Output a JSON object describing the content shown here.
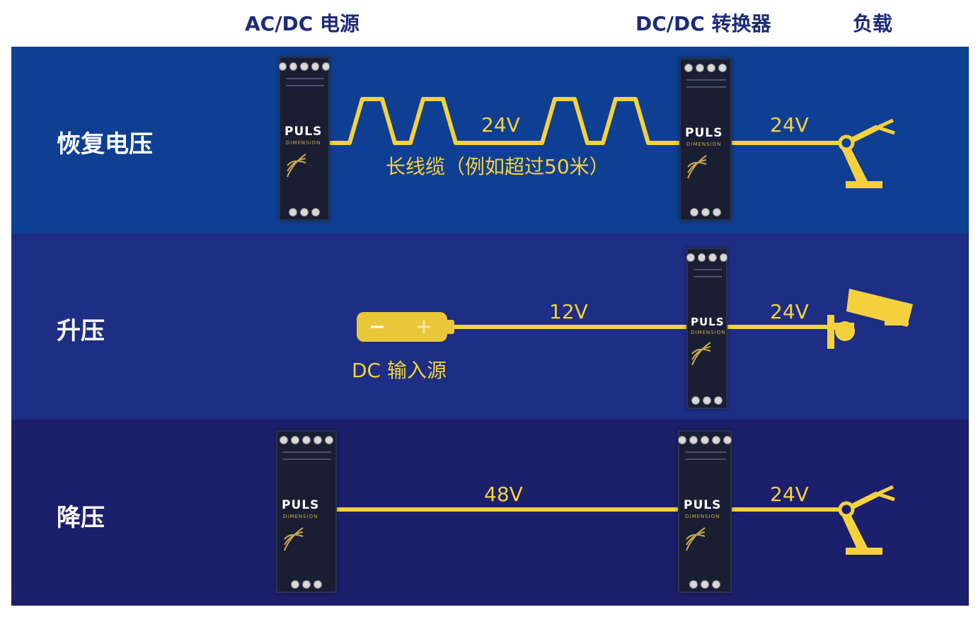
{
  "headers": {
    "acdc": "AC/DC 电源",
    "dcdc": "DC/DC 转换器",
    "load": "负载"
  },
  "rows": [
    {
      "label": "恢复电压",
      "line_voltage": "24V",
      "cable_note": "长线缆（例如超过50米）",
      "output_voltage": "24V"
    },
    {
      "label": "升压",
      "line_voltage": "12V",
      "source_note": "DC 输入源",
      "output_voltage": "24V"
    },
    {
      "label": "降压",
      "line_voltage": "48V",
      "output_voltage": "24V"
    }
  ],
  "device_brand": "PULS",
  "device_subbrand": "DIMENSION",
  "colors": {
    "header_text": "#1e2a7a",
    "band_1": "#0f3f92",
    "band_2": "#1d2e84",
    "band_3": "#1c1f6b",
    "wire": "#f5d23d",
    "device": "#1a1e33"
  },
  "icons": {
    "row1_load": "robot-arm-icon",
    "row2_source": "battery-icon",
    "row2_load": "security-camera-icon",
    "row3_load": "robot-arm-icon"
  }
}
